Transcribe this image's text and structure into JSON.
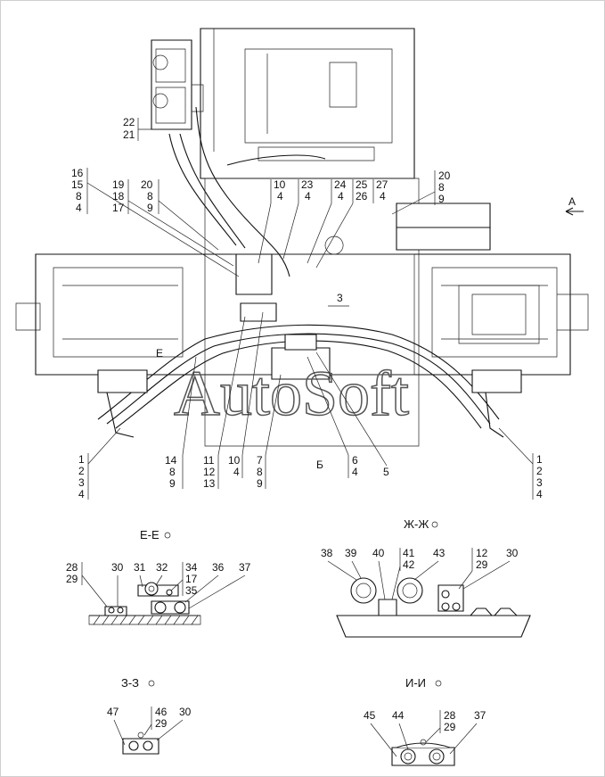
{
  "watermark": "AutoSoft",
  "view_arrow_label": "А",
  "callouts_main": [
    {
      "id": "c-22-21",
      "lines": [
        "22",
        "21"
      ]
    },
    {
      "id": "c-16-15-8-4",
      "lines": [
        "16",
        "15",
        "8",
        "4"
      ]
    },
    {
      "id": "c-19-18-17",
      "lines": [
        "19",
        "18",
        "17"
      ]
    },
    {
      "id": "c-20-8-9-left",
      "lines": [
        "20",
        "8",
        "9"
      ]
    },
    {
      "id": "c-10-4-top",
      "lines": [
        "10",
        "4"
      ]
    },
    {
      "id": "c-23-4",
      "lines": [
        "23",
        "4"
      ]
    },
    {
      "id": "c-24-4",
      "lines": [
        "24",
        "4"
      ]
    },
    {
      "id": "c-25-26",
      "lines": [
        "25",
        "26"
      ]
    },
    {
      "id": "c-27-4",
      "lines": [
        "27",
        "4"
      ]
    },
    {
      "id": "c-20-8-9-right",
      "lines": [
        "20",
        "8",
        "9"
      ]
    },
    {
      "id": "c-1-2-3-4-left",
      "lines": [
        "1",
        "2",
        "3",
        "4"
      ]
    },
    {
      "id": "c-14-8-9",
      "lines": [
        "14",
        "8",
        "9"
      ]
    },
    {
      "id": "c-11-12-13",
      "lines": [
        "11",
        "12",
        "13"
      ]
    },
    {
      "id": "c-10-4-bottom",
      "lines": [
        "10",
        "4"
      ]
    },
    {
      "id": "c-7-8-9",
      "lines": [
        "7",
        "8",
        "9"
      ]
    },
    {
      "id": "c-6-4",
      "lines": [
        "6",
        "4"
      ]
    },
    {
      "id": "c-5",
      "lines": [
        "5"
      ]
    },
    {
      "id": "c-1-2-3-4-right",
      "lines": [
        "1",
        "2",
        "3",
        "4"
      ]
    }
  ],
  "marker_3": "3",
  "marker_E": "Е",
  "marker_B": "Б",
  "sections": [
    {
      "id": "sec-ee",
      "title": "Е-Е",
      "callouts": [
        "28",
        "29",
        "30",
        "31",
        "32",
        "34",
        "17",
        "35",
        "36",
        "37"
      ]
    },
    {
      "id": "sec-zhzh",
      "title": "Ж-Ж",
      "callouts": [
        "38",
        "39",
        "40",
        "41",
        "42",
        "43",
        "12",
        "29",
        "30"
      ]
    },
    {
      "id": "sec-zz",
      "title": "З-З",
      "callouts": [
        "47",
        "46",
        "29",
        "30"
      ]
    },
    {
      "id": "sec-ii",
      "title": "И-И",
      "callouts": [
        "45",
        "44",
        "28",
        "29",
        "37"
      ]
    }
  ]
}
